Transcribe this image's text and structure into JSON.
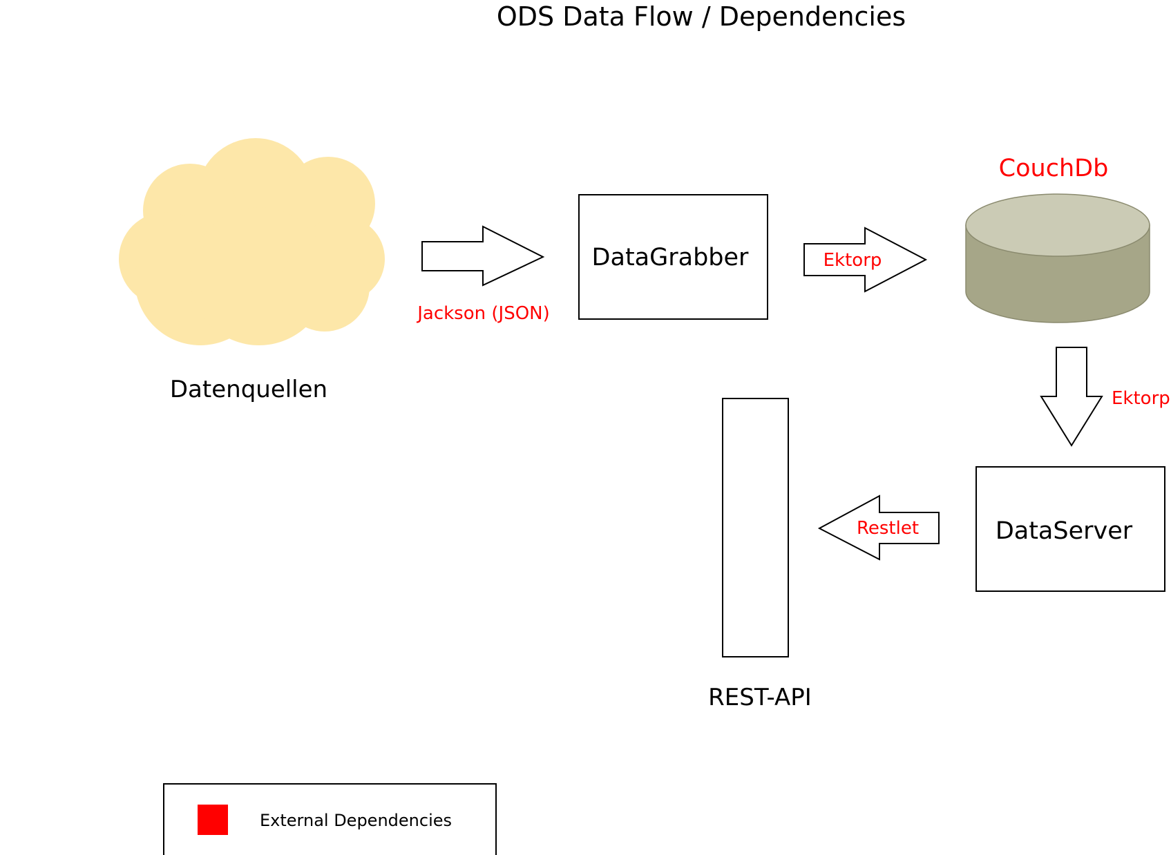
{
  "title": "ODS Data Flow / Dependencies",
  "colors": {
    "external": "#ff0000",
    "text": "#000000",
    "stroke": "#000000",
    "cloud_fill": "#fde7a9",
    "cloud_stroke": "#d9bf73",
    "db_top": "#cbcbb5",
    "db_body": "#a6a688",
    "db_stroke": "#8a8a6e"
  },
  "nodes": {
    "datenquellen": {
      "label": "Datenquellen",
      "icon": "cloud-icon"
    },
    "datagrabber": {
      "label": "DataGrabber"
    },
    "couchdb": {
      "label": "CouchDb",
      "icon": "database-icon"
    },
    "dataserver": {
      "label": "DataServer"
    },
    "restapi": {
      "label": "REST-API"
    }
  },
  "edges": [
    {
      "id": "sources-to-grabber",
      "from": "datenquellen",
      "to": "datagrabber",
      "label": "Jackson (JSON)",
      "direction": "right"
    },
    {
      "id": "grabber-to-couchdb",
      "from": "datagrabber",
      "to": "couchdb",
      "label": "Ektorp",
      "direction": "right"
    },
    {
      "id": "couchdb-to-server",
      "from": "couchdb",
      "to": "dataserver",
      "label": "Ektorp",
      "direction": "down"
    },
    {
      "id": "server-to-restapi",
      "from": "dataserver",
      "to": "restapi",
      "label": "Restlet",
      "direction": "left"
    }
  ],
  "legend": {
    "label": "External Dependencies"
  }
}
